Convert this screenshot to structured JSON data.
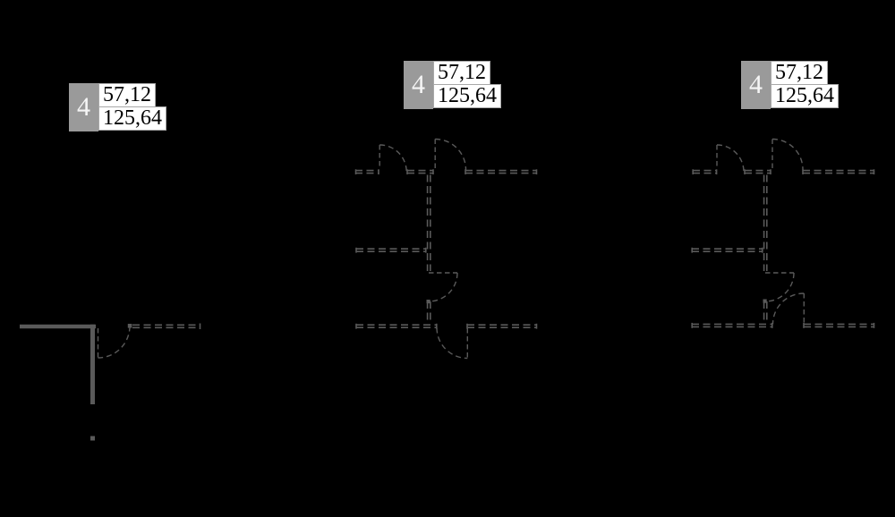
{
  "canvas": {
    "background": "#000000",
    "line_color": "#5a5a5a"
  },
  "stamp_style": {
    "number_bg": "#9a9a9a",
    "number_color": "#f5f5f5",
    "value_bg": "#ffffff",
    "value_color": "#000000",
    "value_border": "#a8a8a8"
  },
  "figures": [
    {
      "id": "a",
      "label": {
        "number": "4",
        "top_value": "57,12",
        "bottom_value": "125,64"
      }
    },
    {
      "id": "b",
      "label": {
        "number": "4",
        "top_value": "57,12",
        "bottom_value": "125,64"
      }
    },
    {
      "id": "c",
      "label": {
        "number": "4",
        "top_value": "57,12",
        "bottom_value": "125,64"
      }
    }
  ]
}
